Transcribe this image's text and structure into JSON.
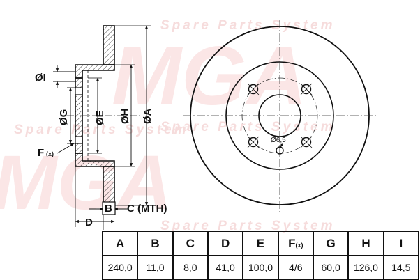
{
  "watermark": {
    "lines": [
      "Spare Parts System",
      "Spare Parts System",
      "Spare Parts System",
      "Spare Parts System"
    ],
    "logo": "MGA"
  },
  "labels": {
    "I": "ØI",
    "G": "ØG",
    "E": "ØE",
    "H": "ØH",
    "A": "ØA",
    "F": "F",
    "F_sub": "(x)",
    "B": "B",
    "C": "C (MTH)",
    "D": "D",
    "hole": "Ø6,5"
  },
  "table": {
    "headers": [
      {
        "main": "A",
        "sub": ""
      },
      {
        "main": "B",
        "sub": ""
      },
      {
        "main": "C",
        "sub": ""
      },
      {
        "main": "D",
        "sub": ""
      },
      {
        "main": "E",
        "sub": ""
      },
      {
        "main": "F",
        "sub": "(x)"
      },
      {
        "main": "G",
        "sub": ""
      },
      {
        "main": "H",
        "sub": ""
      },
      {
        "main": "I",
        "sub": ""
      }
    ],
    "values": [
      "240,0",
      "11,0",
      "8,0",
      "41,0",
      "100,0",
      "4/6",
      "60,0",
      "126,0",
      "14,5"
    ]
  }
}
